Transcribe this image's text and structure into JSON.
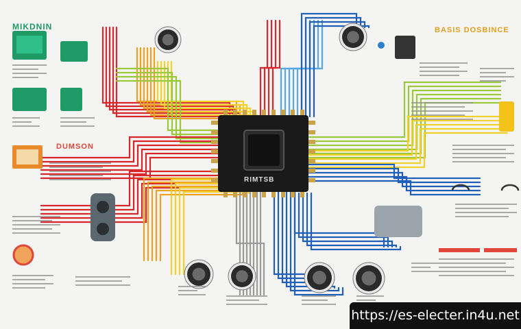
{
  "watermark": {
    "url": "https://es-electer.in4u.net"
  },
  "labels": {
    "top_left": "MIKDNIN",
    "top_right": "BASIS DOSBINCE",
    "left_mid": "DUMSON",
    "chip_marking": "RIMTSB"
  },
  "colors": {
    "background": "#f4f4f2",
    "chip": "#1a1a1a",
    "pin": "#c9a24a",
    "wire_red": "#d8262b",
    "wire_orange": "#f0a020",
    "wire_yellow": "#f2d12a",
    "wire_green": "#9ac83a",
    "wire_blue": "#1f5fb8",
    "wire_lightblue": "#5aa8e0",
    "wire_gray": "#9a9a9a",
    "module_green": "#1f9a66",
    "accent_red": "#e0473a",
    "accent_orange": "#e88a2a"
  }
}
